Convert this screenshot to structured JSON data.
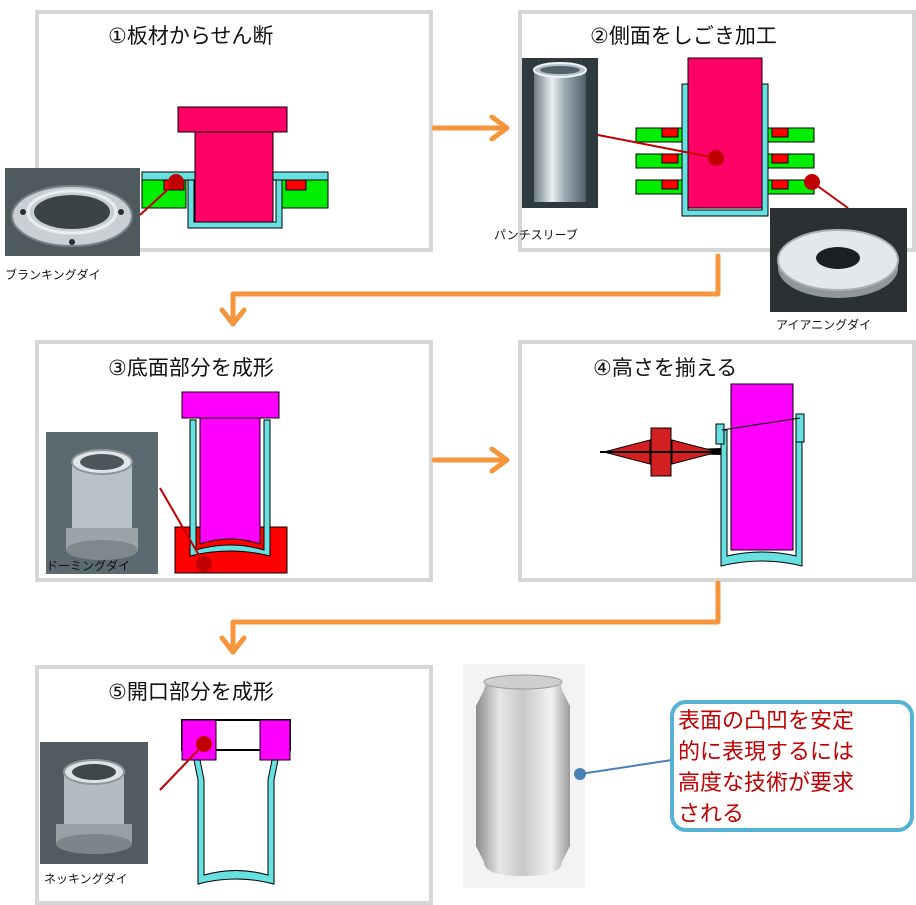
{
  "steps": [
    {
      "title": "①板材からせん断"
    },
    {
      "title": "②側面をしごき加工"
    },
    {
      "title": "③底面部分を成形"
    },
    {
      "title": "④高さを揃える"
    },
    {
      "title": "⑤開口部分を成形"
    }
  ],
  "captions": {
    "blanking_die": "ブランキングダイ",
    "punch_sleeve": "パンチスリーブ",
    "ironing_die": "アイアニングダイ",
    "doming_die": "ドーミングダイ",
    "necking_die": "ネッキングダイ"
  },
  "callout": {
    "lines": [
      "表面の凸凹を安定",
      "的に表現するには",
      "高度な技術が要求",
      "される"
    ]
  },
  "colors": {
    "arrow": "#f5963c",
    "punch_red": "#ff0066",
    "punch_magenta": "#ff00ff",
    "die_green": "#00ee00",
    "die_red": "#ff0000",
    "can_cyan": "#66e0e0",
    "callout_border": "#55b2d4",
    "callout_text": "#c00000",
    "panel_border": "#d6d6d6"
  }
}
